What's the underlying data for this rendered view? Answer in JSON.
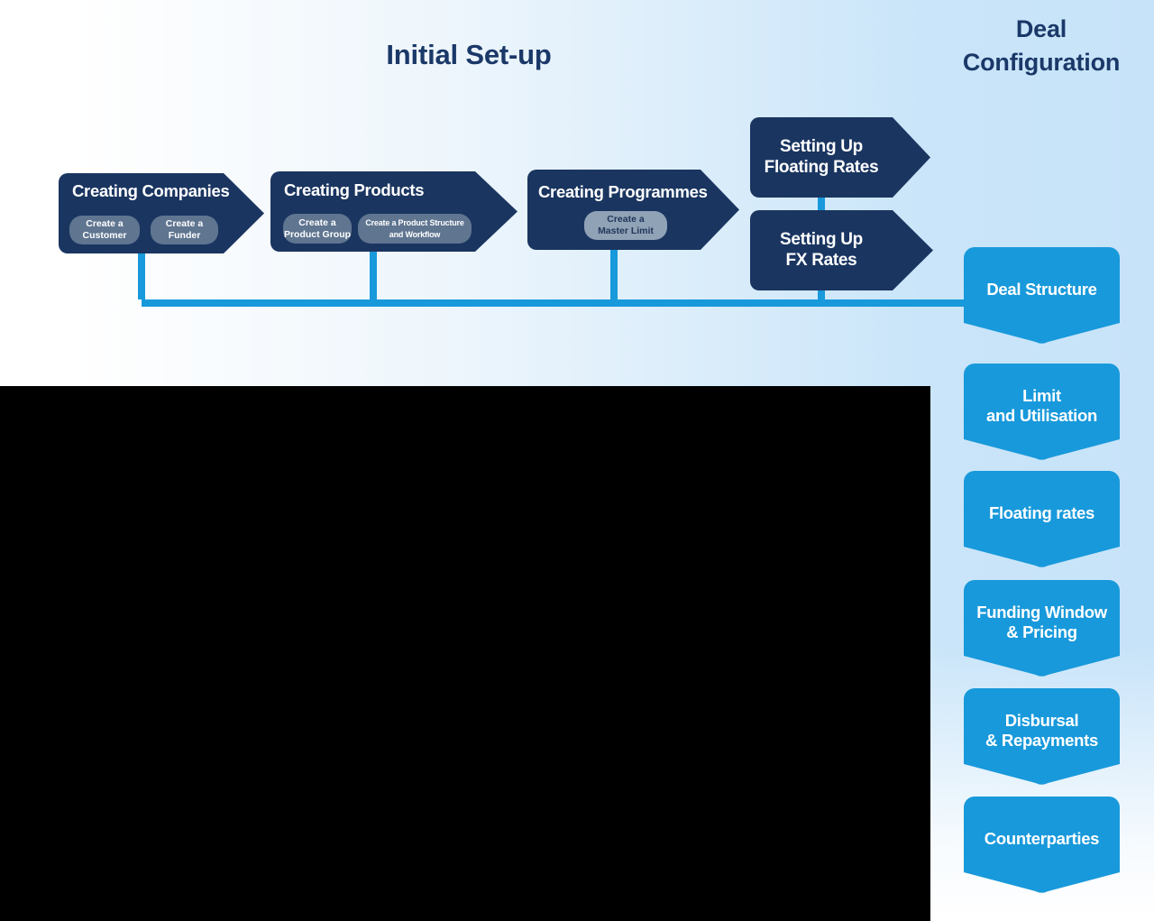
{
  "titles": {
    "initial_setup": "Initial Set-up",
    "deal_configuration": {
      "line1": "Deal",
      "line2": "Configuration"
    }
  },
  "colors": {
    "navy_box": "#1A3560",
    "azure_accent": "#1899DB",
    "pill_slate": "#5F7590",
    "pill_light": "#8FA2B6",
    "heading_navy": "#1A3868",
    "background_blue": "#C7E3F9"
  },
  "flow": {
    "creating_companies": {
      "title": "Creating Companies",
      "pill1": {
        "line1": "Create a",
        "line2": "Customer"
      },
      "pill2": {
        "line1": "Create a",
        "line2": "Funder"
      }
    },
    "creating_products": {
      "title": "Creating Products",
      "pill1": {
        "line1": "Create a",
        "line2": "Product Group"
      },
      "pill2": {
        "line1": "Create a Product Structure",
        "line2": "and Workflow"
      }
    },
    "creating_programmes": {
      "title": "Creating Programmes",
      "pill1": {
        "line1": "Create a",
        "line2": "Master Limit"
      }
    },
    "setting_up_floating_rates": {
      "line1": "Setting Up",
      "line2": "Floating Rates"
    },
    "setting_up_fx_rates": {
      "line1": "Setting Up",
      "line2": "FX Rates"
    }
  },
  "deal_steps": [
    {
      "line1": "Deal Structure",
      "line2": ""
    },
    {
      "line1": "Limit",
      "line2": "and Utilisation"
    },
    {
      "line1": "Floating rates",
      "line2": ""
    },
    {
      "line1": "Funding Window",
      "line2": "& Pricing"
    },
    {
      "line1": "Disbursal",
      "line2": "& Repayments"
    },
    {
      "line1": "Counterparties",
      "line2": ""
    }
  ]
}
